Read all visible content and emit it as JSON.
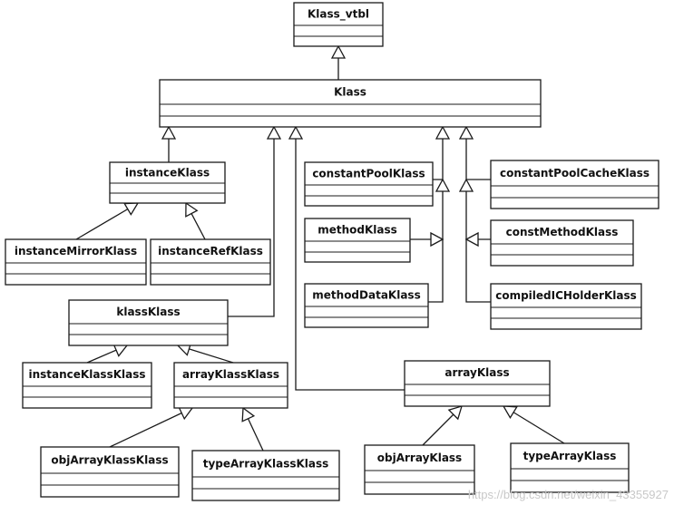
{
  "diagram": {
    "colors": {
      "stroke": "#1a1a1a",
      "fill": "#ffffff",
      "text": "#111111"
    },
    "classes": [
      {
        "id": "klass_vtbl",
        "label": "Klass_vtbl"
      },
      {
        "id": "klass",
        "label": "Klass"
      },
      {
        "id": "instanceklass",
        "label": "instanceKlass"
      },
      {
        "id": "instancemirrorklass",
        "label": "instanceMirrorKlass"
      },
      {
        "id": "instancerefklass",
        "label": "instanceRefKlass"
      },
      {
        "id": "klassklass",
        "label": "klassKlass"
      },
      {
        "id": "instanceklassklass",
        "label": "instanceKlassKlass"
      },
      {
        "id": "arrayklassklass",
        "label": "arrayKlassKlass"
      },
      {
        "id": "objarrayklassklass",
        "label": "objArrayKlassKlass"
      },
      {
        "id": "typearrayklassklass",
        "label": "typeArrayKlassKlass"
      },
      {
        "id": "constantpoolklass",
        "label": "constantPoolKlass"
      },
      {
        "id": "methodklass",
        "label": "methodKlass"
      },
      {
        "id": "methoddataklass",
        "label": "methodDataKlass"
      },
      {
        "id": "constantpoolcacheklass",
        "label": "constantPoolCacheKlass"
      },
      {
        "id": "constmethodklass",
        "label": "constMethodKlass"
      },
      {
        "id": "compiledicholderklass",
        "label": "compiledICHolderKlass"
      },
      {
        "id": "arrayklass",
        "label": "arrayKlass"
      },
      {
        "id": "objarrayklass",
        "label": "objArrayKlass"
      },
      {
        "id": "typearrayklass",
        "label": "typeArrayKlass"
      }
    ],
    "inheritance": [
      {
        "from": "klass",
        "to": "klass_vtbl"
      },
      {
        "from": "instanceklass",
        "to": "klass"
      },
      {
        "from": "klassklass",
        "to": "klass"
      },
      {
        "from": "arrayklass",
        "to": "klass"
      },
      {
        "from": "constantpoolklass",
        "to": "klass"
      },
      {
        "from": "methodklass",
        "to": "klass"
      },
      {
        "from": "methoddataklass",
        "to": "klass"
      },
      {
        "from": "constantpoolcacheklass",
        "to": "klass"
      },
      {
        "from": "constmethodklass",
        "to": "klass"
      },
      {
        "from": "compiledicholderklass",
        "to": "klass"
      },
      {
        "from": "instancemirrorklass",
        "to": "instanceklass"
      },
      {
        "from": "instancerefklass",
        "to": "instanceklass"
      },
      {
        "from": "instanceklassklass",
        "to": "klassklass"
      },
      {
        "from": "arrayklassklass",
        "to": "klassklass"
      },
      {
        "from": "objarrayklassklass",
        "to": "arrayklassklass"
      },
      {
        "from": "typearrayklassklass",
        "to": "arrayklassklass"
      },
      {
        "from": "objarrayklass",
        "to": "arrayklass"
      },
      {
        "from": "typearrayklass",
        "to": "arrayklass"
      }
    ]
  },
  "watermark": "https://blog.csdn.net/weixin_43355927"
}
